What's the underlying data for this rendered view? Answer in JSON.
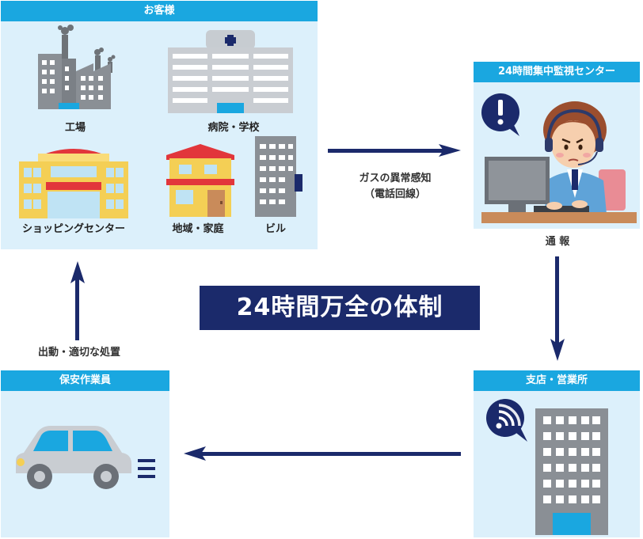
{
  "customers": {
    "title": "お客様",
    "items": [
      "工場",
      "病院・学校",
      "ショッピングセンター",
      "地域・家庭",
      "ビル"
    ]
  },
  "center": {
    "title": "24時間集中監視センター"
  },
  "branch": {
    "title": "支店・営業所"
  },
  "staff": {
    "title": "保安作業員"
  },
  "arrows": {
    "detect_line1": "ガスの異常感知",
    "detect_line2": "（電話回線）",
    "report": "通 報",
    "dispatch": "出動・適切な処置"
  },
  "banner": "24時間万全の体制",
  "colors": {
    "header": "#1aa7e0",
    "panel": "#dcf0fb",
    "arrow": "#1b2a6b",
    "banner": "#1b2a6b"
  }
}
